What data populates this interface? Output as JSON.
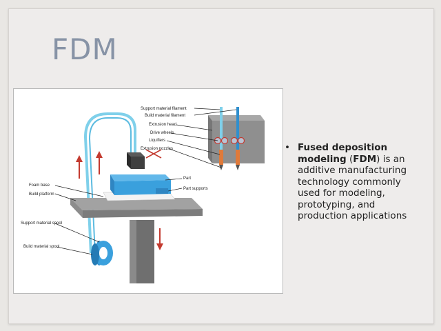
{
  "slide": {
    "title": "FDM",
    "bullet": {
      "marker": "•",
      "term": "Fused deposition modeling",
      "open_paren": " (",
      "abbr": "FDM",
      "rest": ") is an additive manufacturing technology commonly used for modeling, prototyping, and production applications"
    }
  },
  "diagram": {
    "labels": {
      "support_filament": "Support material filament",
      "build_filament": "Build material filament",
      "extrusion_head": "Extrusion head",
      "drive_wheels": "Drive wheels",
      "liquifiers": "Liquifiers",
      "extrusion_nozzles": "Extrusion nozzles",
      "part": "Part",
      "part_supports": "Part supports",
      "foam_base": "Foam base",
      "build_platform": "Build platform",
      "support_spool": "Support material spool",
      "build_spool": "Build material spool"
    },
    "colors": {
      "filament": "#7fd0ea",
      "part": "#3aa0dd",
      "part_top": "#62b8ea",
      "platform": "#8e8e8e",
      "column": "#6f6f6f",
      "head": "#3f3f3f",
      "nozzle": "#e07a3a",
      "arrow": "#c33a2f",
      "spool": "#2f8fce"
    }
  }
}
